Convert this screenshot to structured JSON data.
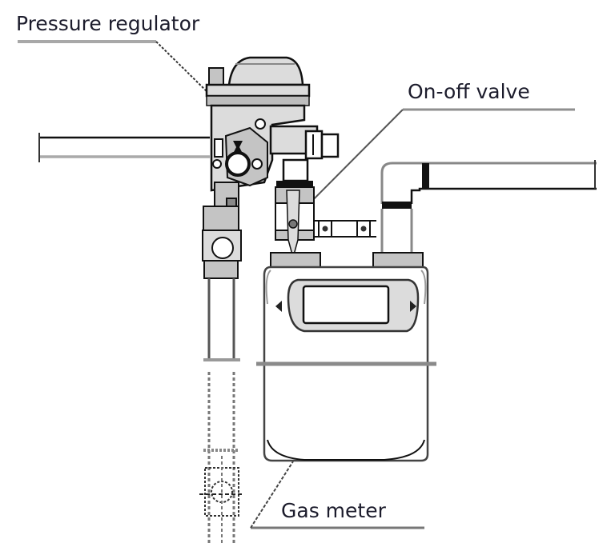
{
  "diagram": {
    "title": "Gas meter installation",
    "labels": {
      "pressure_regulator": "Pressure regulator",
      "on_off_valve": "On-off valve",
      "gas_meter": "Gas meter"
    },
    "components": [
      "pressure-regulator",
      "on-off-valve",
      "gas-meter",
      "inlet-pipe",
      "outlet-pipe",
      "vertical-supply-pipe",
      "lower-ball-valve"
    ]
  }
}
